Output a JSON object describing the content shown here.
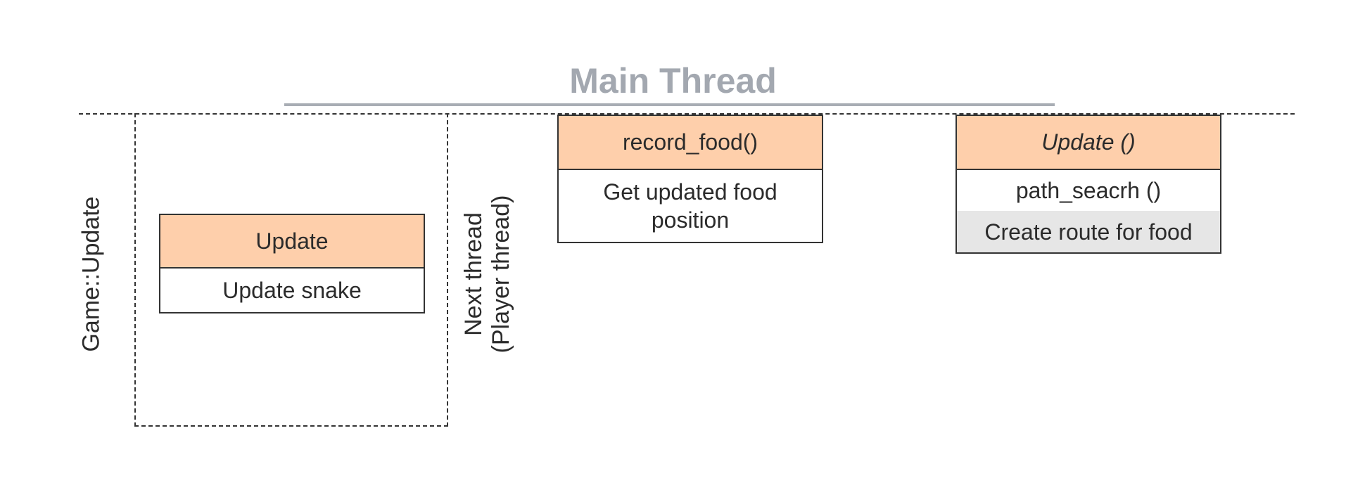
{
  "title": "Main Thread",
  "lane_labels": {
    "game_update": "Game::Update",
    "next_thread_line1": "Next thread",
    "next_thread_line2": "(Player thread)"
  },
  "cards": {
    "update": {
      "header": "Update",
      "rows": [
        "Update snake"
      ]
    },
    "record_food": {
      "header": "record_food()",
      "rows": [
        "Get updated food position"
      ]
    },
    "update_path": {
      "header": "Update ()",
      "rows": [
        "path_seacrh ()",
        "Create route for food"
      ]
    }
  },
  "colors": {
    "header_fill": "#fecfab",
    "title_color": "#a3a8b0",
    "highlight_row": "#e6e6e6"
  }
}
